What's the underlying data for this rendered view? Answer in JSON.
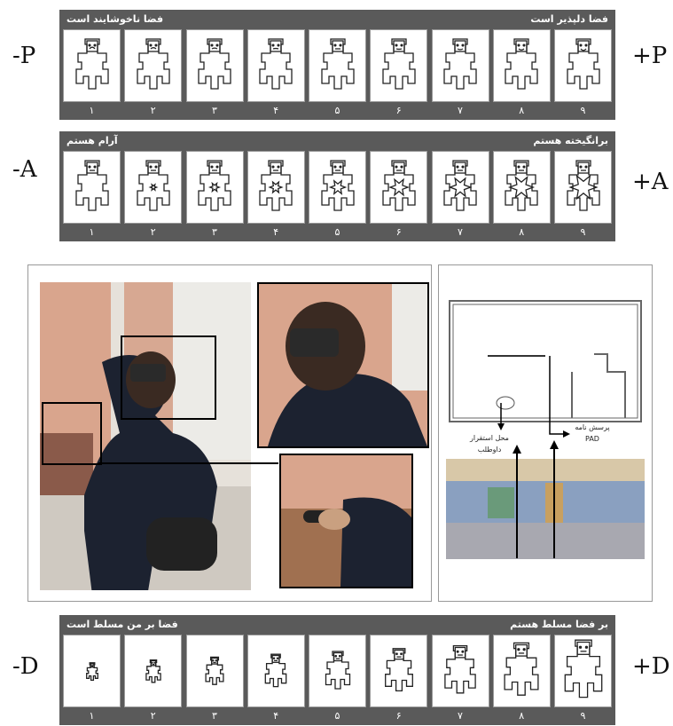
{
  "pleasure": {
    "left_text": "فضا ناخوشایند است",
    "right_text": "فضا دلپذیر است",
    "minus_label": "-P",
    "plus_label": "+P",
    "numbers": [
      "۱",
      "۲",
      "۳",
      "۴",
      "۵",
      "۶",
      "۷",
      "۸",
      "۹"
    ]
  },
  "arousal": {
    "left_text": "آرام هستم",
    "right_text": "برانگیخته هستم",
    "minus_label": "-A",
    "plus_label": "+A",
    "numbers": [
      "۱",
      "۲",
      "۳",
      "۴",
      "۵",
      "۶",
      "۷",
      "۸",
      "۹"
    ]
  },
  "dominance": {
    "left_text": "فضا بر من مسلط است",
    "right_text": "بر فضا مسلط هستم",
    "minus_label": "-D",
    "plus_label": "+D",
    "numbers": [
      "۱",
      "۲",
      "۳",
      "۴",
      "۵",
      "۶",
      "۷",
      "۸",
      "۹"
    ]
  },
  "plan": {
    "label_location": "محل استقرار داوطلب",
    "label_questionnaire": "پرسش نامه PAD"
  },
  "colors": {
    "scale_bar": "#5a5a5a",
    "photo_curtain": "#d9a58d",
    "jacket": "#1c2230",
    "panorama_wall": "#8aa0c0"
  }
}
